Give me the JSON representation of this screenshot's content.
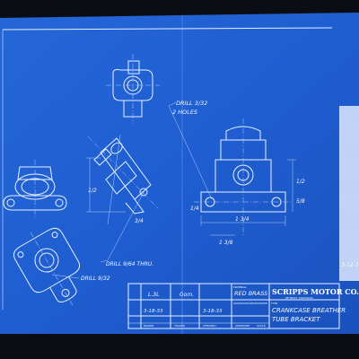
{
  "notes": {
    "drill_top_line1": "DRILL 3/32",
    "drill_top_line2": "2 HOLES",
    "drill_thru": "DRILL 9/64 THRU.",
    "drill_left": "DRILL 9/32"
  },
  "dims": {
    "d1": "1/2",
    "d2": "1 3/8",
    "d3": "1/4",
    "d4": "3/4",
    "d5": "1 3/4",
    "d6": "1/2",
    "d7": "5/8"
  },
  "title_block": {
    "row1": [
      "L.3L",
      "",
      "",
      "RED BRASS"
    ],
    "row1_col3": "Gom.",
    "row2": [
      "3-18-33",
      "",
      "3-18-33"
    ],
    "labels": [
      "DRAWN",
      "TRACED",
      "CHECKED",
      "APPROVED",
      "SCALE"
    ],
    "material_label": "MATERIAL",
    "company": "SCRIPPS MOTOR CO.",
    "company_sub": "DETROIT, MICHIGAN",
    "type_label": "TYPE",
    "part_line1": "CRANKCASE BREATHER",
    "part_line2": "TUBE BRACKET",
    "tolerance_note": "ALLOWABLE VARIATION ON FRACTIONAL DIMENSIONS UNLESS OTHERWISE SPECIFIED",
    "side_date": "3-12-3"
  },
  "colors": {
    "paper": "#1f5ed1",
    "paper_dark": "#184cb0",
    "ink": "#e6f0ff",
    "background": "#0a0e14"
  }
}
